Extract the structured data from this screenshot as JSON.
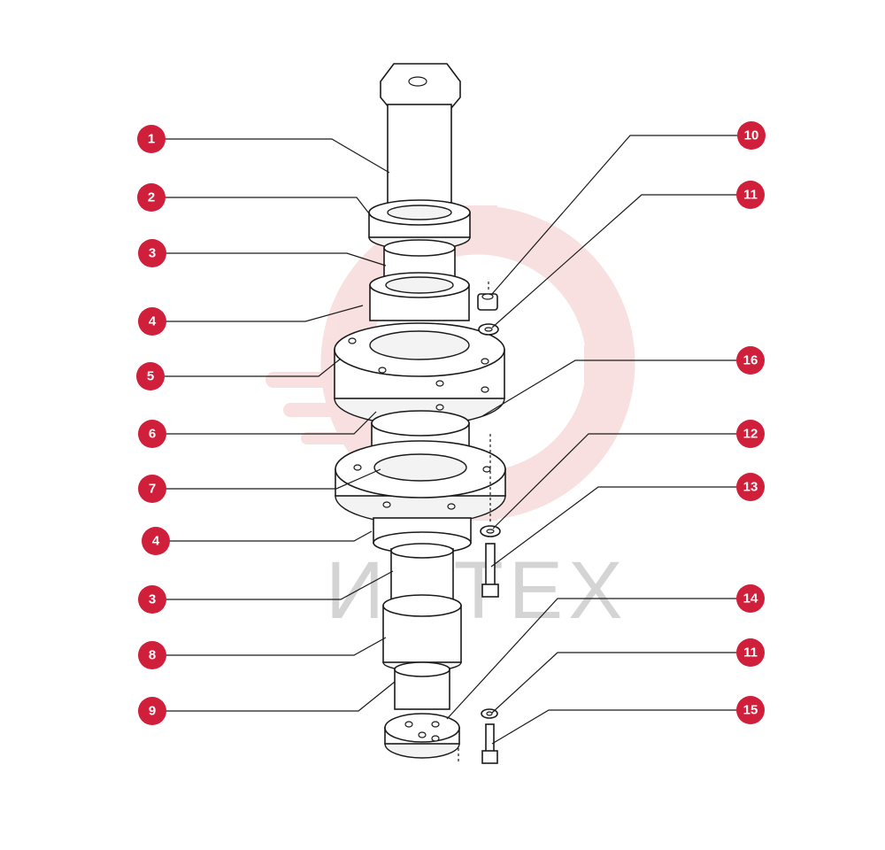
{
  "watermark": {
    "text": "ИНТЕХ",
    "gear_color": "#f4c8c8"
  },
  "callout_color": "#d01f3a",
  "callouts_left": [
    {
      "label": "1"
    },
    {
      "label": "2"
    },
    {
      "label": "3"
    },
    {
      "label": "4"
    },
    {
      "label": "5"
    },
    {
      "label": "6"
    },
    {
      "label": "7"
    },
    {
      "label": "4"
    },
    {
      "label": "3"
    },
    {
      "label": "8"
    },
    {
      "label": "9"
    }
  ],
  "callouts_right": [
    {
      "label": "10"
    },
    {
      "label": "11"
    },
    {
      "label": "16"
    },
    {
      "label": "12"
    },
    {
      "label": "13"
    },
    {
      "label": "14"
    },
    {
      "label": "11"
    },
    {
      "label": "15"
    }
  ]
}
